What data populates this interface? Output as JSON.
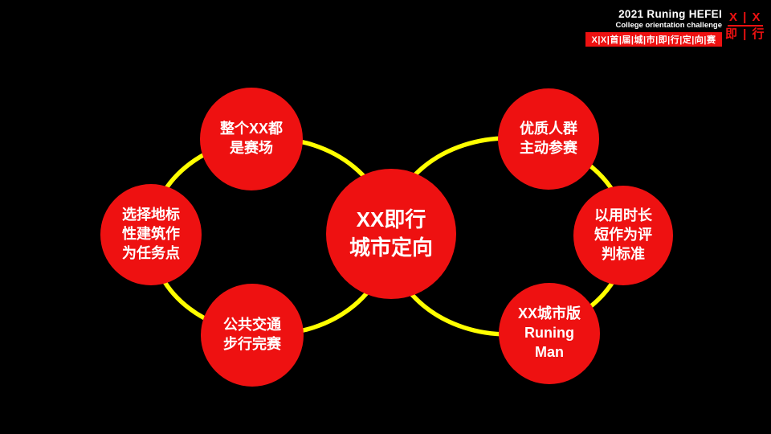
{
  "colors": {
    "red": "#ee1111",
    "yellow": "#ffff00",
    "background": "#000000",
    "text": "#ffffff"
  },
  "header": {
    "title": "2021 Runing HEFEI",
    "subtitle": "College orientation challenge",
    "banner": "X|X|首|届|城|市|即|行|定|向|赛",
    "logo_top": "X | X",
    "logo_bottom": "即 | 行"
  },
  "diagram": {
    "center": {
      "label": "XX即行\n城市定向"
    },
    "nodes": [
      {
        "id": "top-left",
        "label": "整个XX都\n是赛场"
      },
      {
        "id": "left",
        "label": "选择地标\n性建筑作\n为任务点"
      },
      {
        "id": "bottom-left",
        "label": "公共交通\n步行完赛"
      },
      {
        "id": "top-right",
        "label": "优质人群\n主动参赛"
      },
      {
        "id": "right",
        "label": "以用时长\n短作为评\n判标准"
      },
      {
        "id": "bottom-right",
        "label": "XX城市版\nRuning\nMan"
      }
    ]
  }
}
